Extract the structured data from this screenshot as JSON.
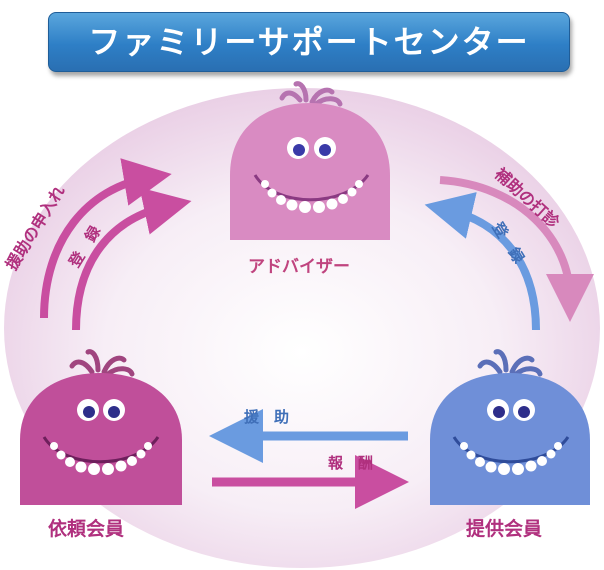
{
  "title": "ファミリーサポートセンター",
  "nodes": {
    "advisor": "アドバイザー",
    "requester": "依頼会員",
    "provider": "提供会員"
  },
  "arrows": {
    "request_help": "援助の申入れ",
    "register_left": "登　録",
    "arrange_help": "補助の打診",
    "register_right": "登　録",
    "help": "援　助",
    "reward": "報　酬"
  },
  "colors": {
    "advisor_pink": "#d98bc2",
    "requester_magenta": "#c04f9a",
    "provider_blue": "#6f8fd8",
    "arrow_magenta": "#c94ea0",
    "arrow_blue": "#6a9be0",
    "title_blue": "#2e7fc6"
  }
}
